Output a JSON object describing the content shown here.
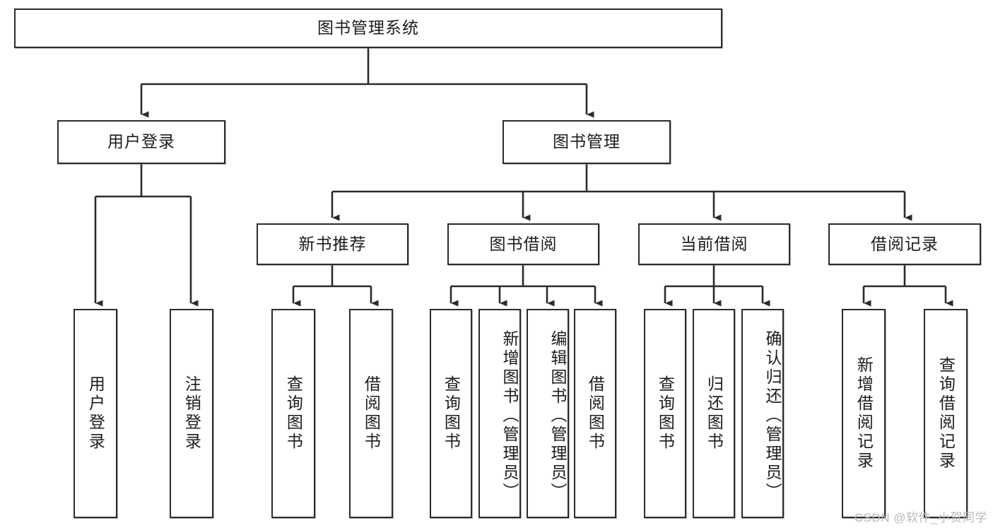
{
  "diagram": {
    "title": "图书管理系统",
    "watermark": "CSDN @软件_小贺同学",
    "colors": {
      "stroke": "#2b2b2b",
      "fill": "#ffffff",
      "text": "#1c1c1c",
      "watermark": "#b9b9b9"
    },
    "root": {
      "label": "图书管理系统"
    },
    "level1": [
      {
        "label": "用户登录"
      },
      {
        "label": "图书管理"
      }
    ],
    "level2": [
      {
        "label": "新书推荐"
      },
      {
        "label": "图书借阅"
      },
      {
        "label": "当前借阅"
      },
      {
        "label": "借阅记录"
      }
    ],
    "leaves": {
      "user_login": [
        {
          "label": "用户登录"
        },
        {
          "label": "注销登录"
        }
      ],
      "new_book_recommend": [
        {
          "label": "查询图书"
        },
        {
          "label": "借阅图书"
        }
      ],
      "book_borrow": [
        {
          "label": "查询图书"
        },
        {
          "label": "新增图书（管理员）"
        },
        {
          "label": "编辑图书（管理员）"
        },
        {
          "label": "借阅图书"
        }
      ],
      "current_borrow": [
        {
          "label": "查询图书"
        },
        {
          "label": "归还图书"
        },
        {
          "label": "确认归还（管理员）"
        }
      ],
      "borrow_records": [
        {
          "label": "新增借阅记录"
        },
        {
          "label": "查询借阅记录"
        }
      ]
    }
  }
}
